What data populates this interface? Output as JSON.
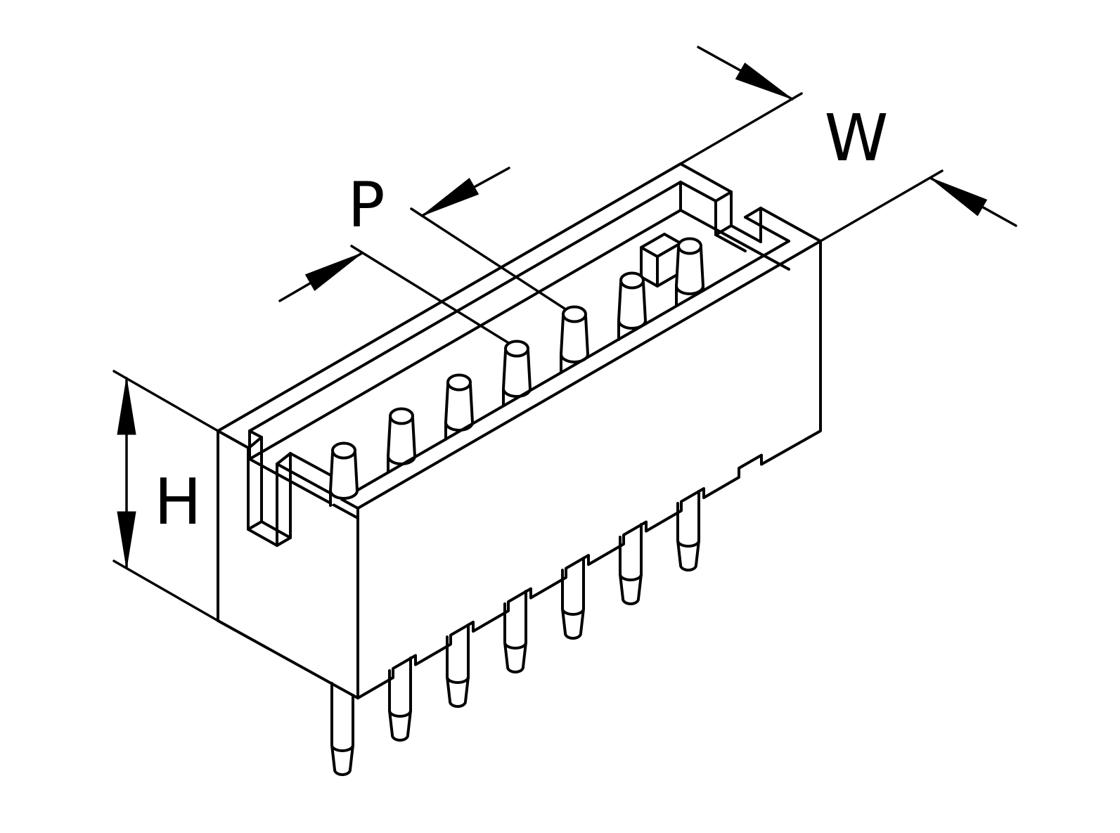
{
  "drawing": {
    "title": "Isometric technical drawing of a shrouded pin header connector",
    "background_color": "#ffffff",
    "line_color": "#000000",
    "dimension_labels": {
      "width": "W",
      "pitch": "P",
      "height": "H"
    },
    "visible_features": {
      "top_pins_visible": 7,
      "bottom_pins_visible": 7,
      "polarization_slot_left": 1,
      "keying_notch_right": 1,
      "floor_key_hole": 1
    }
  }
}
